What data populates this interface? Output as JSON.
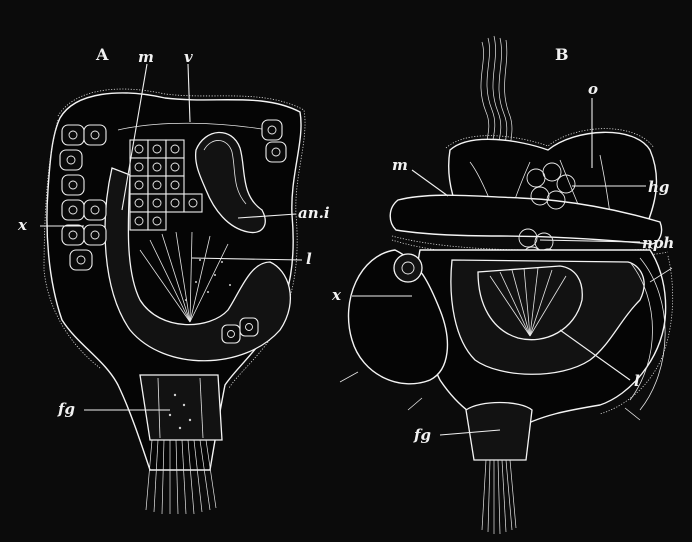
{
  "figure": {
    "panels": [
      {
        "id": "A",
        "letter": "A",
        "labels": [
          "m",
          "v",
          "an.i",
          "x",
          "l",
          "fg"
        ]
      },
      {
        "id": "B",
        "letter": "B",
        "labels": [
          "o",
          "m",
          "hg",
          "nph",
          "x",
          "l",
          "fg"
        ]
      }
    ]
  }
}
